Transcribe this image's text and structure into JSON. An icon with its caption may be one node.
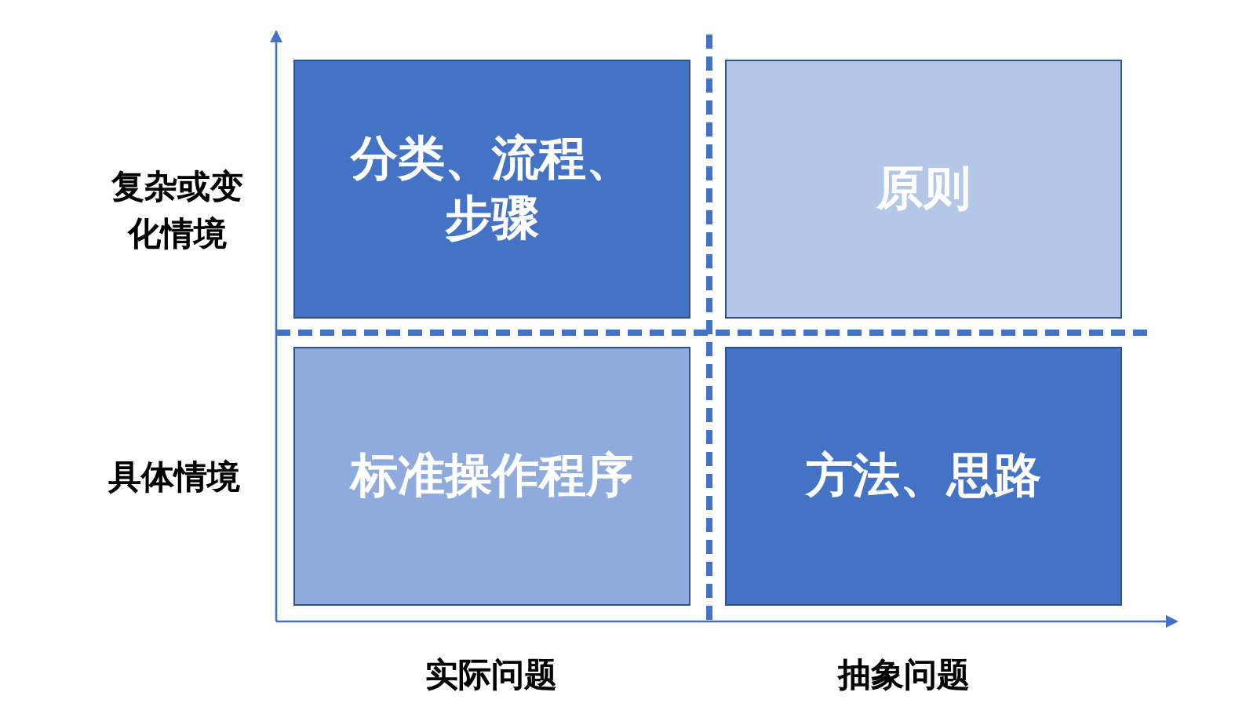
{
  "diagram": {
    "nodes": [
      {
        "text": [
          "分类、流程、步骤"
        ]
      },
      {
        "text": [
          "原则"
        ]
      },
      {
        "text": [
          "标准操作程序"
        ]
      },
      {
        "text": [
          "方法、思路"
        ]
      }
    ],
    "labels": [
      "复杂或变化情境",
      "具体情境",
      "实际问题",
      "抽象问题"
    ]
  }
}
